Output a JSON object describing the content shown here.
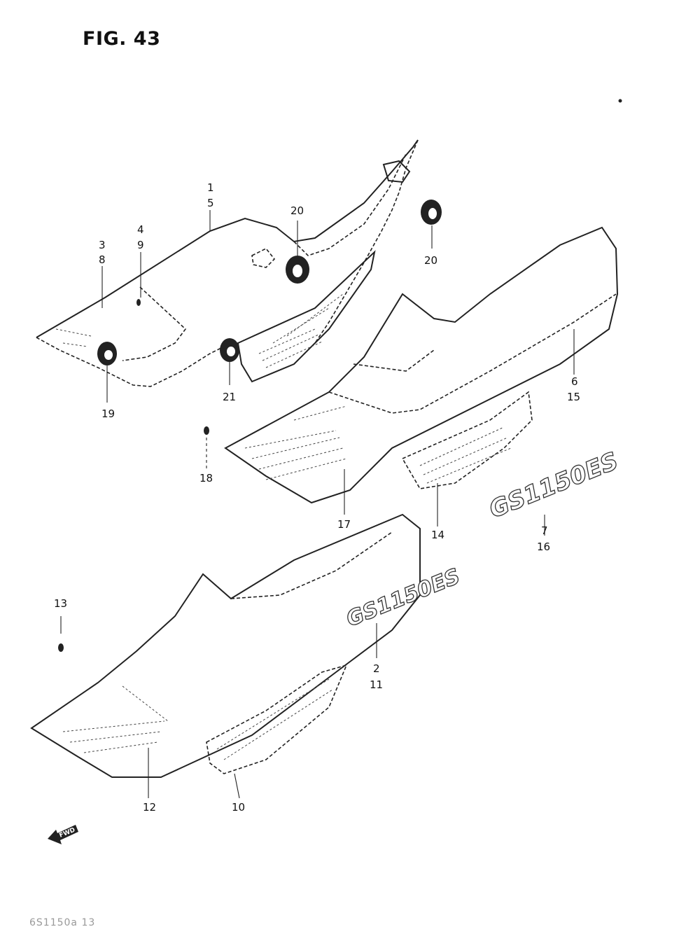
{
  "figure": {
    "title": "FIG. 43",
    "footer_code": "6S1150a 13",
    "fwd_label": "FWD",
    "emblem_upper": "GS1150ES",
    "emblem_lower": "GS1150ES"
  },
  "callouts": [
    {
      "id": "c1",
      "text": "1"
    },
    {
      "id": "c5",
      "text": "5"
    },
    {
      "id": "c3",
      "text": "3"
    },
    {
      "id": "c8",
      "text": "8"
    },
    {
      "id": "c4",
      "text": "4"
    },
    {
      "id": "c9",
      "text": "9"
    },
    {
      "id": "c20a",
      "text": "20"
    },
    {
      "id": "c20b",
      "text": "20"
    },
    {
      "id": "c19",
      "text": "19"
    },
    {
      "id": "c21",
      "text": "21"
    },
    {
      "id": "c6",
      "text": "6"
    },
    {
      "id": "c15",
      "text": "15"
    },
    {
      "id": "c18",
      "text": "18"
    },
    {
      "id": "c17",
      "text": "17"
    },
    {
      "id": "c14",
      "text": "14"
    },
    {
      "id": "c7",
      "text": "7"
    },
    {
      "id": "c16",
      "text": "16"
    },
    {
      "id": "c13",
      "text": "13"
    },
    {
      "id": "c2",
      "text": "2"
    },
    {
      "id": "c11",
      "text": "11"
    },
    {
      "id": "c10",
      "text": "10"
    },
    {
      "id": "c12",
      "text": "12"
    }
  ]
}
